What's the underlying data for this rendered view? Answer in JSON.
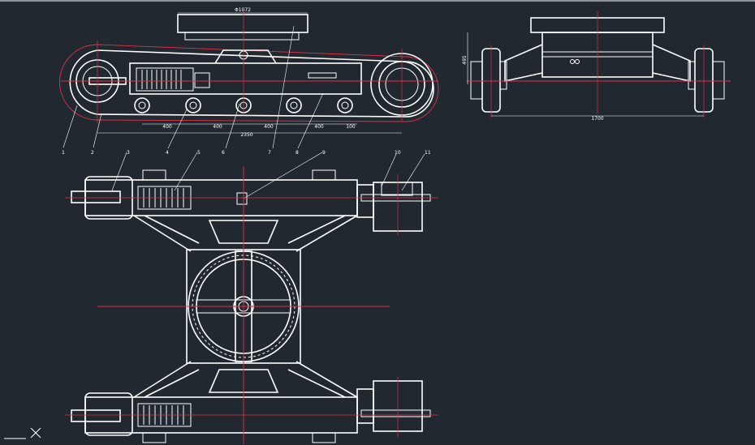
{
  "colors": {
    "background": "#212830",
    "outline": "#ffffff",
    "centerline": "#e0304a"
  },
  "dimensions": {
    "top_width": "Φ1072",
    "span_1": "400",
    "span_2": "400",
    "span_3": "400",
    "span_4": "400",
    "span_5": "100",
    "total_length": "2350",
    "side_height": "495",
    "side_width": "1700"
  },
  "callouts": [
    "1",
    "2",
    "3",
    "4",
    "5",
    "6",
    "7",
    "8",
    "9",
    "10",
    "11"
  ],
  "icons": {
    "ucs": "ucs-axis-icon"
  }
}
